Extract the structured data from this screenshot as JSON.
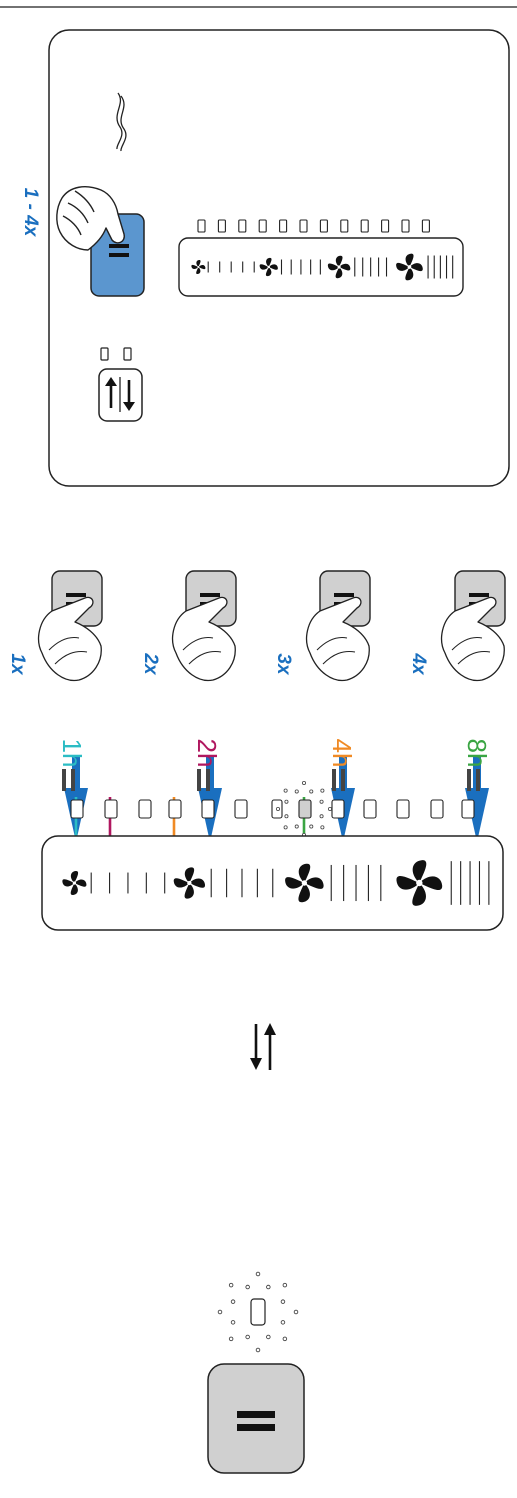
{
  "header_label": "1 - 4x",
  "presses": [
    {
      "label": "1x",
      "time": "1h",
      "arrow_color": "#2bbcc4"
    },
    {
      "label": "2x",
      "time": "2h",
      "arrow_color": "#b0175f"
    },
    {
      "label": "3x",
      "time": "4h",
      "arrow_color": "#f08a24"
    },
    {
      "label": "4x",
      "time": "8h",
      "arrow_color": "#3aa543"
    }
  ],
  "colors": {
    "accent_blue": "#1a6fbf",
    "button_blue": "#5b96cf",
    "button_grey": "#d0d0d0",
    "outline": "#222222"
  },
  "icons": {
    "flame": "flame-icon",
    "timer_button": "timer-button-icon",
    "swap_button": "swap-direction-icon",
    "fan": "fan-icon",
    "hand": "pointing-hand-icon",
    "arrow": "down-arrow-icon"
  },
  "fan_levels": 4,
  "indicator_count": 12,
  "active_indicator_index": 4
}
